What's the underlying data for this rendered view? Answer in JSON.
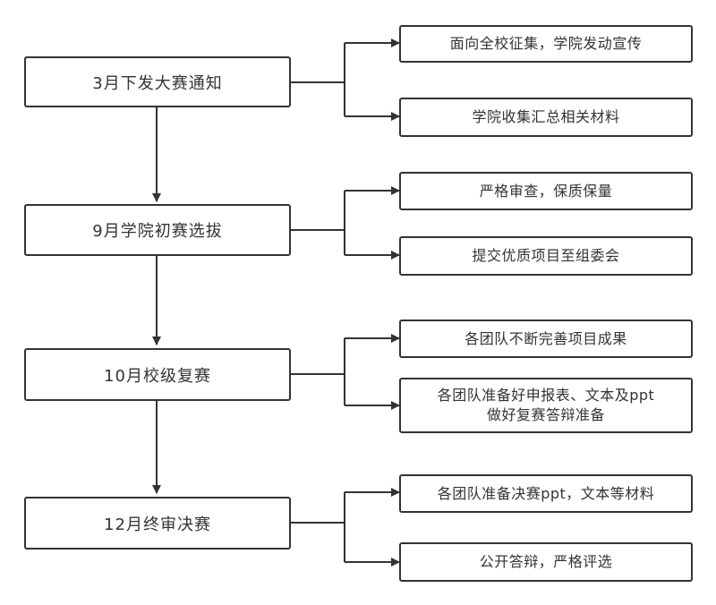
{
  "stages": [
    {
      "label": "3月下发大赛通知",
      "tasks": [
        {
          "lines": [
            "面向全校征集，学院发动宣传"
          ]
        },
        {
          "lines": [
            "学院收集汇总相关材料"
          ]
        }
      ]
    },
    {
      "label": "9月学院初赛选拔",
      "tasks": [
        {
          "lines": [
            "严格审查，保质保量"
          ]
        },
        {
          "lines": [
            "提交优质项目至组委会"
          ]
        }
      ]
    },
    {
      "label": "10月校级复赛",
      "tasks": [
        {
          "lines": [
            "各团队不断完善项目成果"
          ]
        },
        {
          "lines": [
            "各团队准备好申报表、文本及ppt",
            "做好复赛答辩准备"
          ]
        }
      ]
    },
    {
      "label": "12月终审决赛",
      "tasks": [
        {
          "lines": [
            "各团队准备决赛ppt，文本等材料"
          ]
        },
        {
          "lines": [
            "公开答辩，严格评选"
          ]
        }
      ]
    }
  ]
}
